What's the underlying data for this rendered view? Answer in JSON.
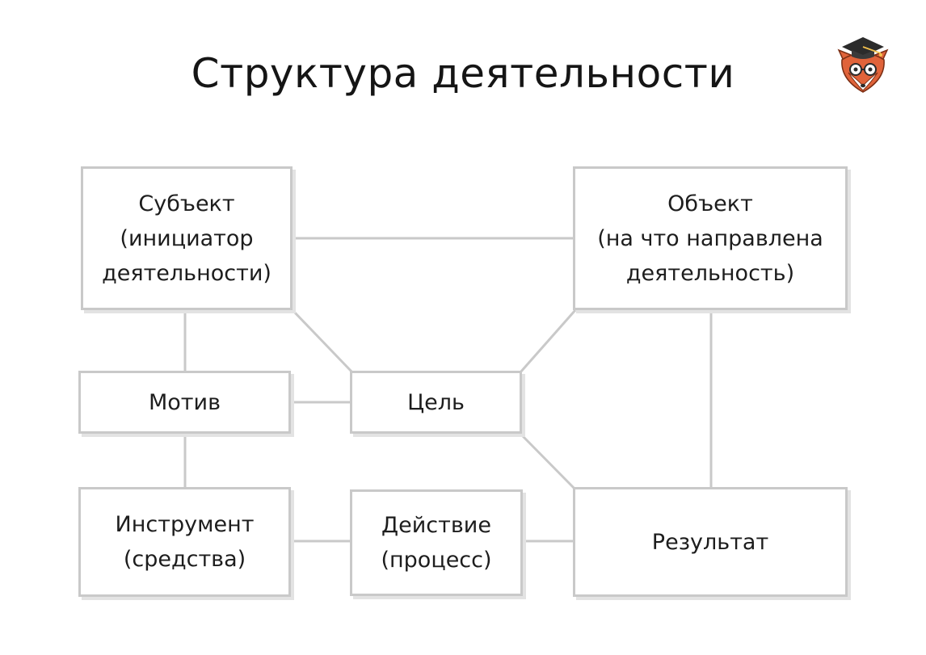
{
  "title": "Структура деятельности",
  "boxes": {
    "subject": {
      "lines": [
        "Субъект",
        "(инициатор",
        "деятельности)"
      ]
    },
    "object": {
      "lines": [
        "Объект",
        "(на что направлена",
        "деятельность)"
      ]
    },
    "motive": {
      "lines": [
        "Мотив"
      ]
    },
    "goal": {
      "lines": [
        "Цель"
      ]
    },
    "tool": {
      "lines": [
        "Инструмент",
        "(средства)"
      ]
    },
    "action": {
      "lines": [
        "Действие",
        "(процесс)"
      ]
    },
    "result": {
      "lines": [
        "Результат"
      ]
    }
  },
  "connections": [
    [
      "subject",
      "object"
    ],
    [
      "subject",
      "motive"
    ],
    [
      "subject",
      "goal"
    ],
    [
      "object",
      "goal"
    ],
    [
      "object",
      "result"
    ],
    [
      "motive",
      "goal"
    ],
    [
      "motive",
      "tool"
    ],
    [
      "goal",
      "result"
    ],
    [
      "tool",
      "action"
    ],
    [
      "action",
      "result"
    ]
  ],
  "colors": {
    "box_border": "#c9c9c9",
    "connector": "#c9c9c9",
    "text": "#1d1d1d",
    "logo_fur": "#e0633a"
  },
  "logo": {
    "icon": "fox-graduate-icon"
  }
}
